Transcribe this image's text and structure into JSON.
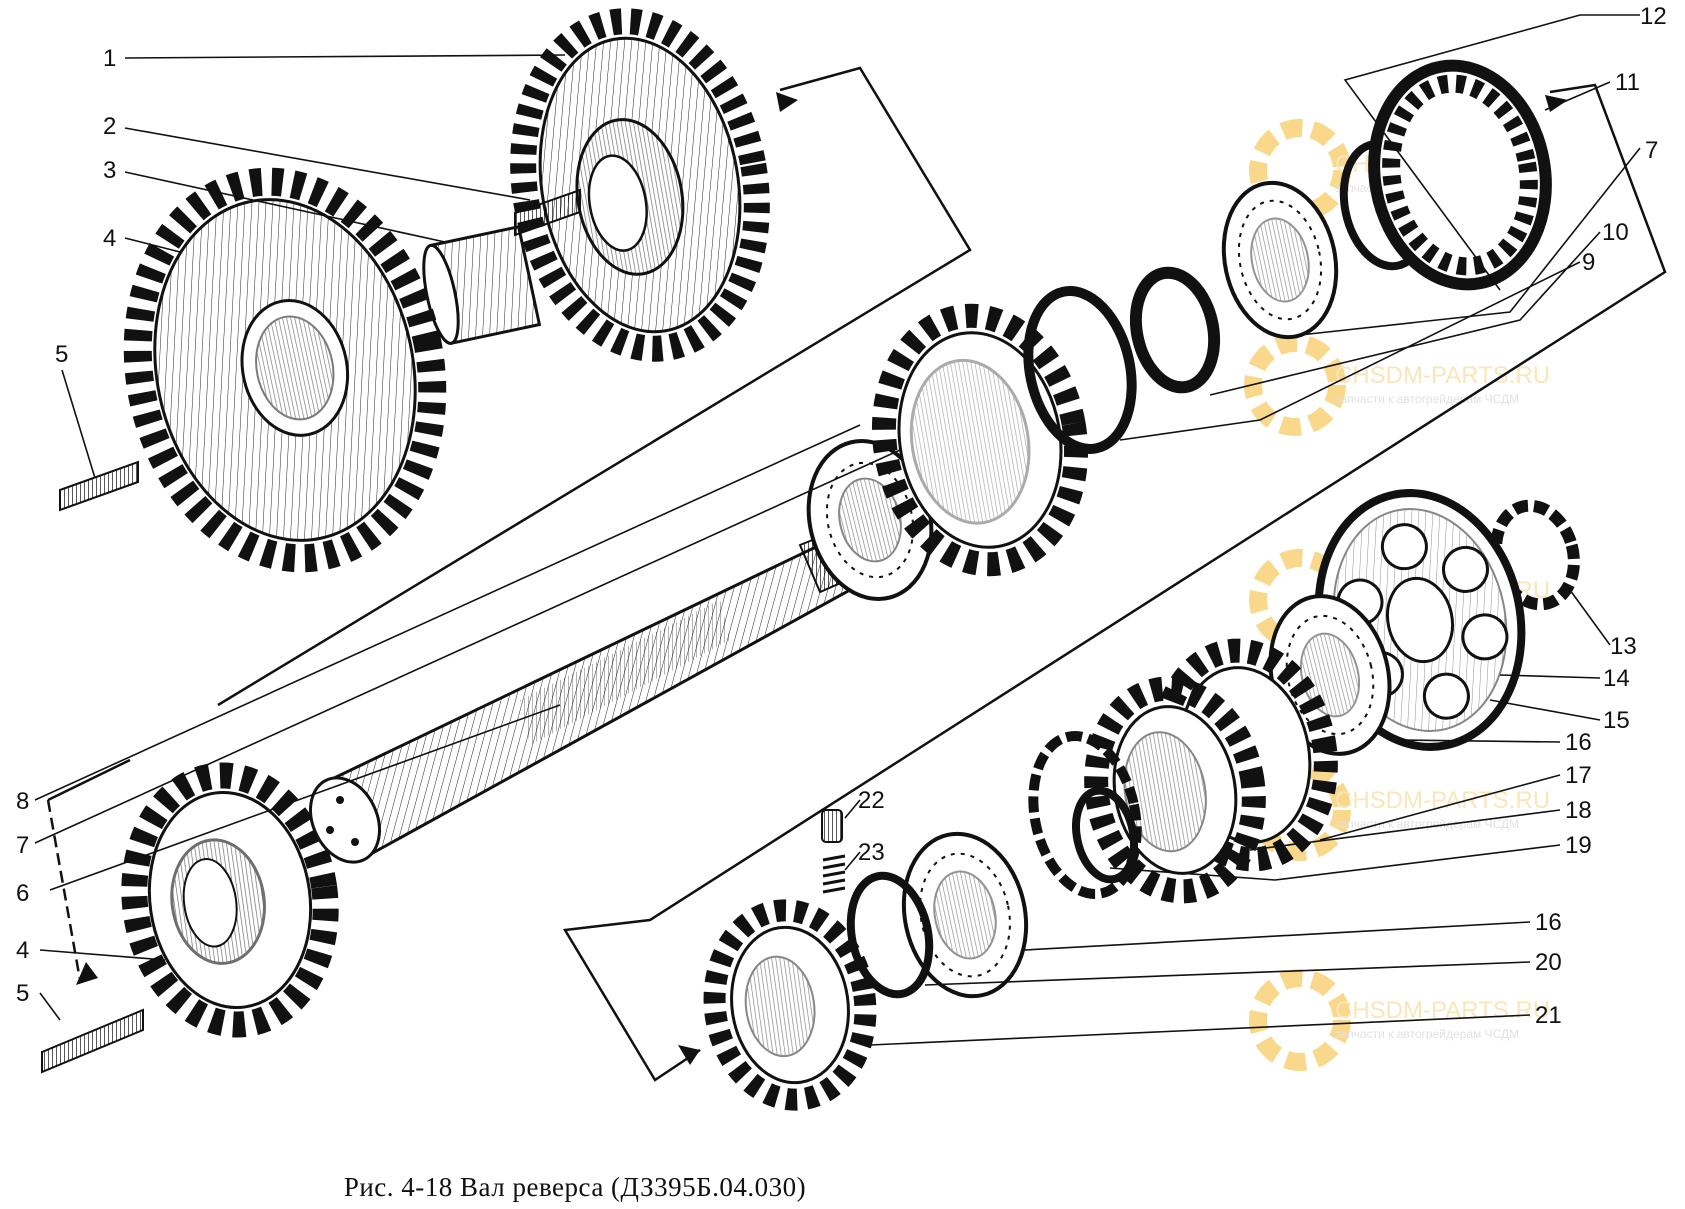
{
  "caption": "Рис. 4-18 Вал реверса (ДЗ395Б.04.030)",
  "watermark": {
    "name": "CHSDM-PARTS.RU",
    "tagline": "запчасти к автогрейдерам ЧСДМ",
    "color": "#f5b82e"
  },
  "callouts": [
    "1",
    "2",
    "3",
    "4",
    "5",
    "4",
    "5",
    "6",
    "7",
    "8",
    "12",
    "11",
    "7",
    "10",
    "9",
    "13",
    "14",
    "15",
    "16",
    "17",
    "18",
    "19",
    "22",
    "23",
    "16",
    "20",
    "21"
  ]
}
